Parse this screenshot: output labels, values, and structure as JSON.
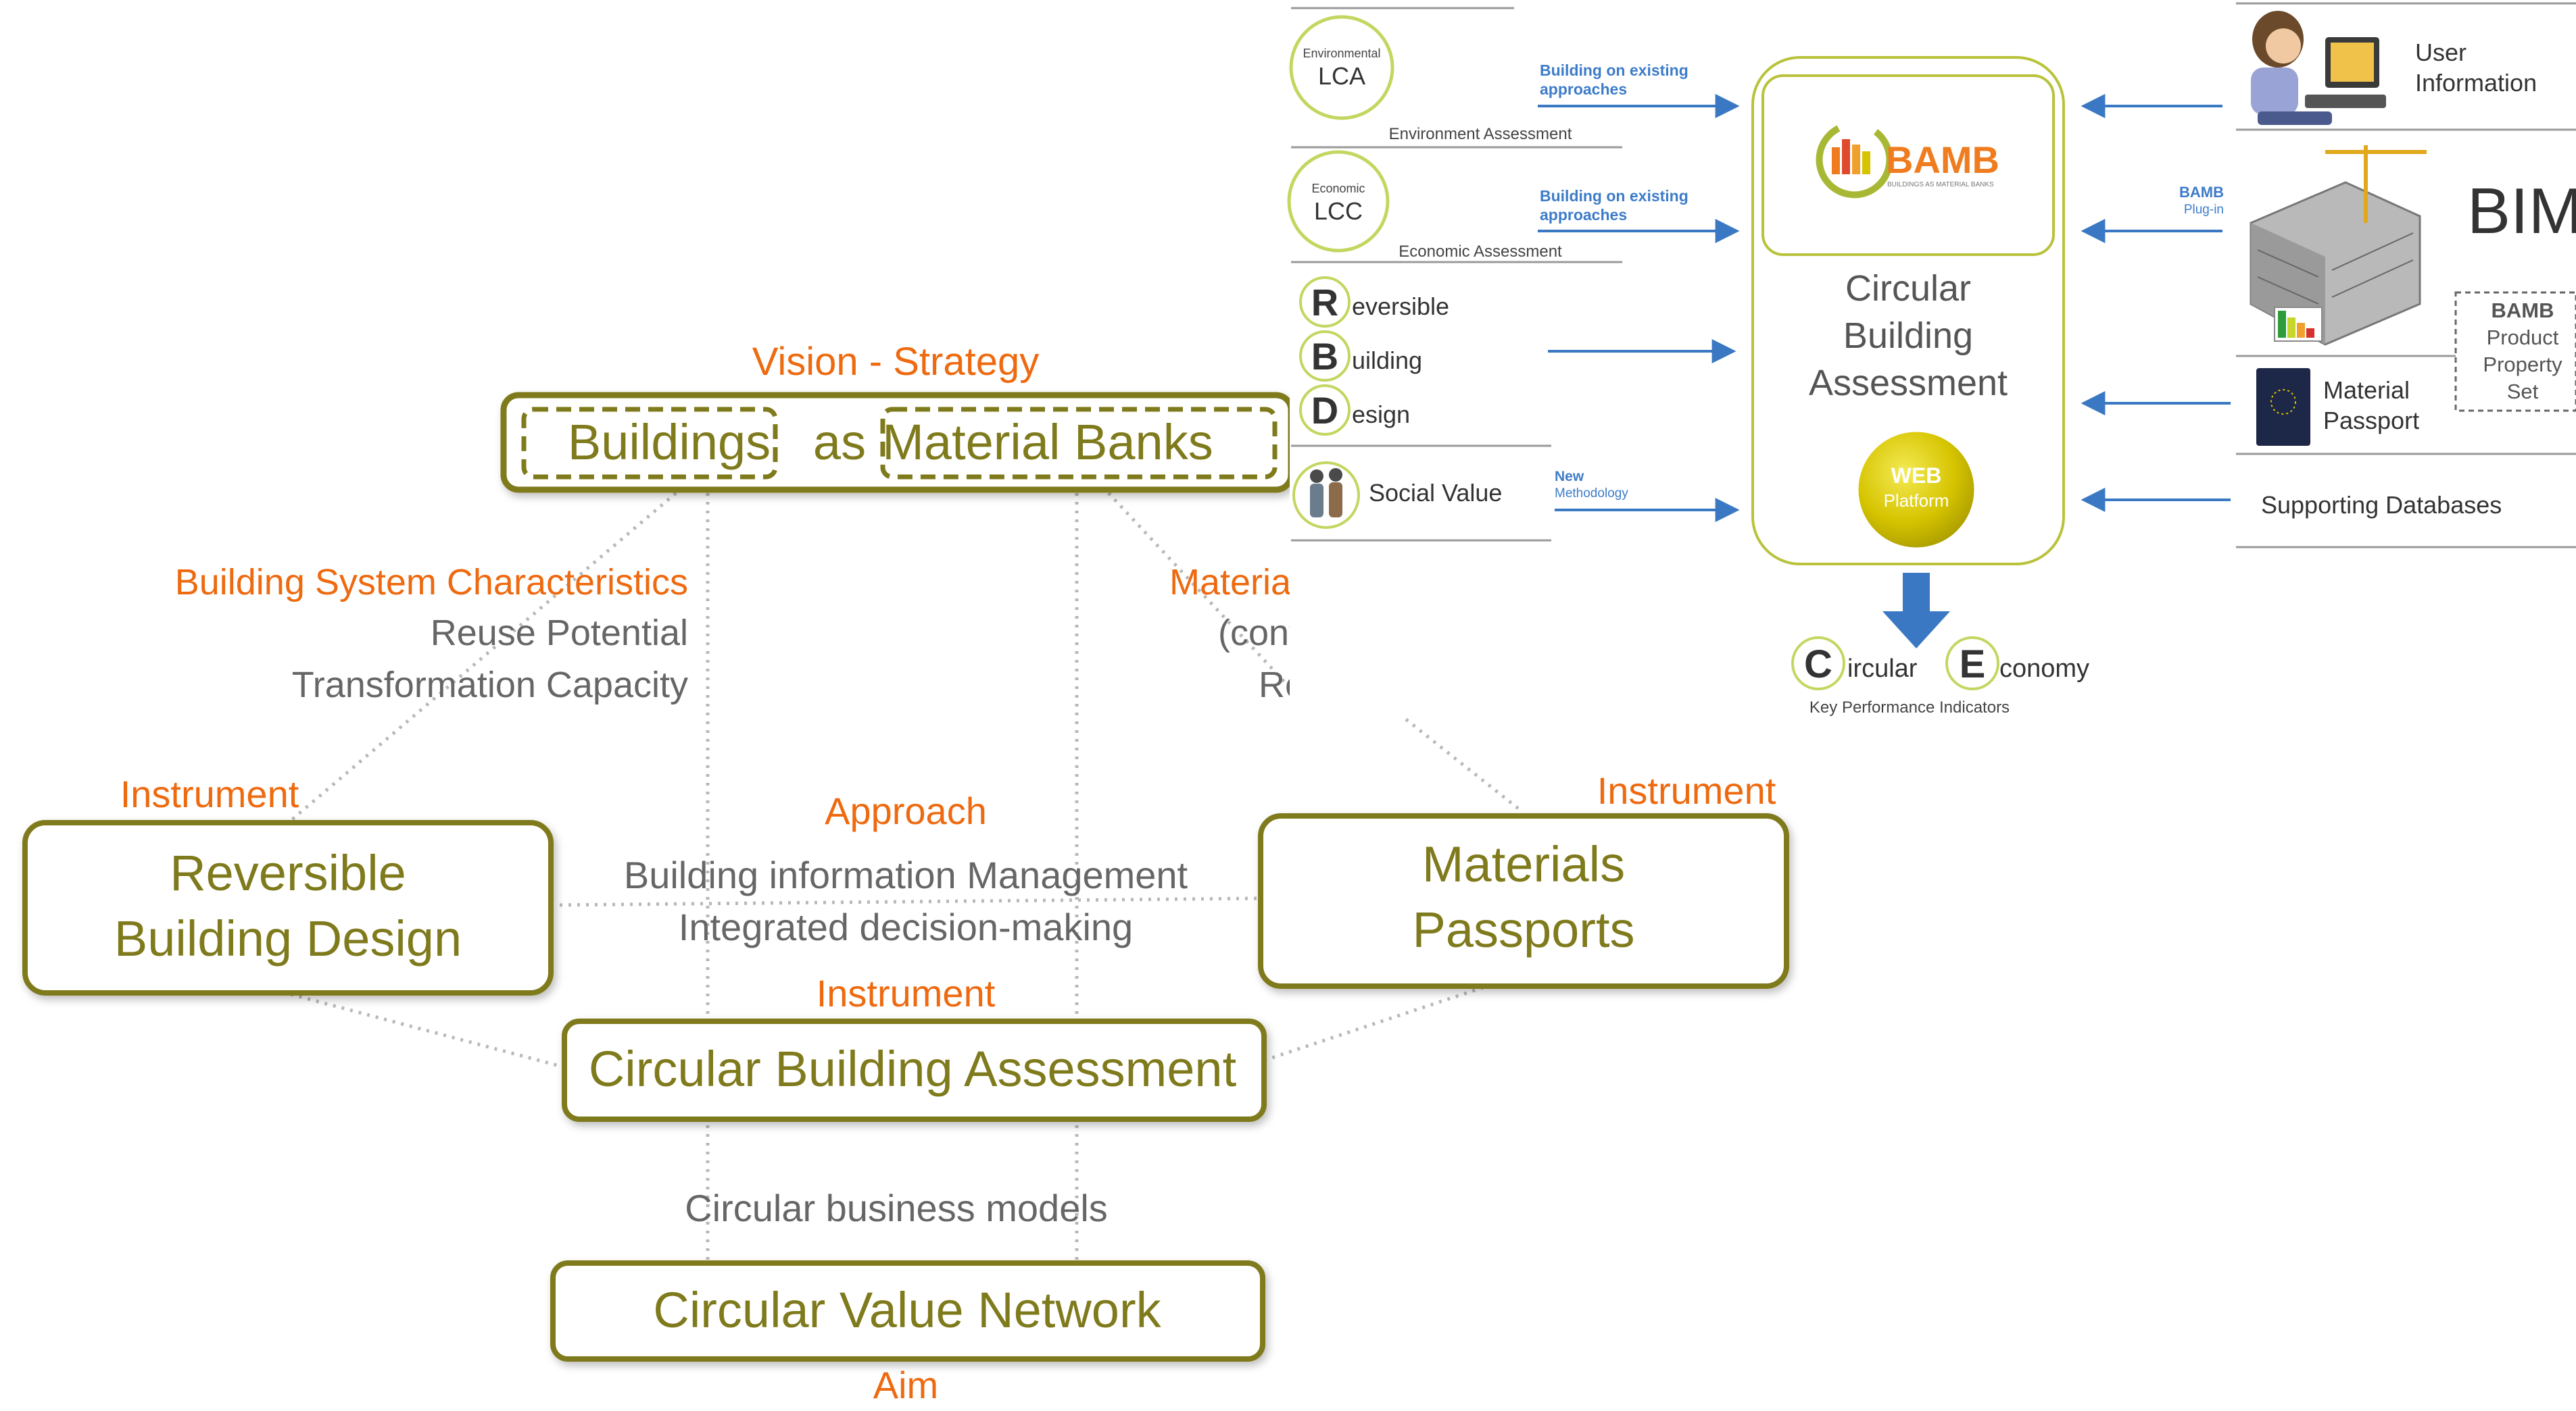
{
  "colors": {
    "olive": "#7f7a1c",
    "orange": "#ee6a10",
    "gray_text": "#555555",
    "blue_arrow": "#3a78c3",
    "blue_text": "#3d7cc9",
    "dot_line": "#b8b8b8"
  },
  "left": {
    "vision_label": "Vision - Strategy",
    "buildings": "Buildings",
    "as": "as",
    "material_banks": "Material Banks",
    "bsc_title": "Building System Characteristics",
    "bsc_line1": "Reuse Potential",
    "bsc_line2": "Transformation Capacity",
    "mat_title_partial": "Materia",
    "mat_line1_partial": "(cont",
    "mat_line2_partial": "Re",
    "instrument_left": "Instrument",
    "rbd_line1": "Reversible",
    "rbd_line2": "Building Design",
    "approach_label": "Approach",
    "approach_line1": "Building information Management",
    "approach_line2": "Integrated decision-making",
    "instrument_right": "Instrument",
    "mp_line1": "Materials",
    "mp_line2": "Passports",
    "instrument_center": "Instrument",
    "cba": "Circular Building Assessment",
    "cbm": "Circular business models",
    "cvn": "Circular Value Network",
    "aim": "Aim"
  },
  "right": {
    "lca_small": "Environmental",
    "lca": "LCA",
    "lca_caption": "Environment Assessment",
    "lcc_small": "Economic",
    "lcc": "LCC",
    "lcc_caption": "Economic Assessment",
    "approach_text_1a": "Building on existing",
    "approach_text_1b": "approaches",
    "approach_text_2a": "Building on existing",
    "approach_text_2b": "approaches",
    "r_letter": "R",
    "r_rest": "eversible",
    "b_letter": "B",
    "b_rest": "uilding",
    "d_letter": "D",
    "d_rest": "esign",
    "social": "Social Value",
    "new_a": "New",
    "new_b": "Methodology",
    "bamb_logo": "BAMB",
    "bamb_logo_sub": "BUILDINGS AS MATERIAL BANKS",
    "cba_1": "Circular",
    "cba_2": "Building",
    "cba_3": "Assessment",
    "web_1": "WEB",
    "web_2": "Platform",
    "ce_c": "C",
    "ce_circular": "ircular",
    "ce_e": "E",
    "ce_economy": "conomy",
    "kpi": "Key Performance Indicators",
    "user_1": "User",
    "user_2": "Information",
    "plugin_a": "BAMB",
    "plugin_b": "Plug-in",
    "bim": "BIM",
    "pps_1": "BAMB",
    "pps_2": "Product",
    "pps_3": "Property",
    "pps_4": "Set",
    "mp_1": "Material",
    "mp_2": "Passport",
    "supporting": "Supporting Databases"
  }
}
